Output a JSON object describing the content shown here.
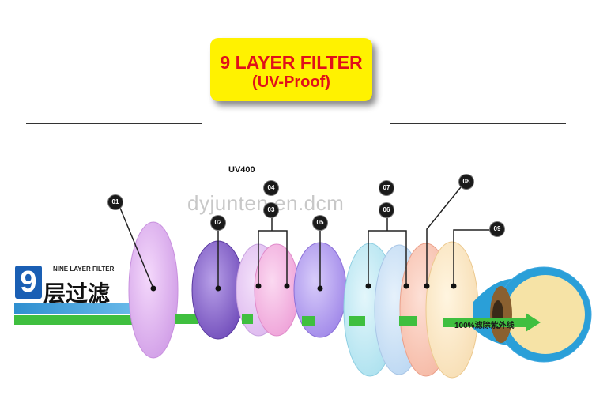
{
  "title": {
    "line1": "9 LAYER FILTER",
    "line2": "(UV-Proof)"
  },
  "uv_label": "UV400",
  "watermark": "dyjunten.en.dcm",
  "badge": {
    "numeral": "9",
    "caption": "NINE LAYER FILTER",
    "chinese": "层过滤"
  },
  "beam_text": "100%滤除紫外线",
  "layer_numbers": [
    "01",
    "02",
    "03",
    "04",
    "05",
    "06",
    "07",
    "08",
    "09"
  ],
  "colors": {
    "title_bg": "#fff200",
    "title_text": "#e0101a",
    "beam_blue": "#4aa6e0",
    "beam_green": "#3fbf3f",
    "eye_blue": "#2a9fd8"
  }
}
